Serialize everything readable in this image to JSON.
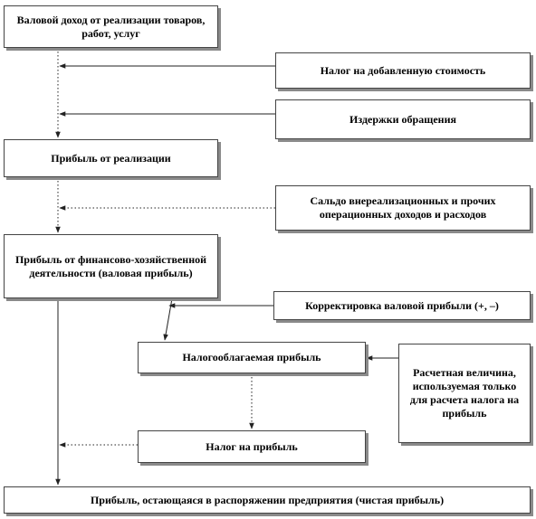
{
  "boxes": {
    "gross_income": "Валовой доход от реализации товаров, работ, услуг",
    "vat": "Налог на добавленную стоимость",
    "distribution_costs": "Издержки обращения",
    "sales_profit": "Прибыль от реализации",
    "non_sales_balance": "Сальдо внереализационных и прочих операционных доходов и расходов",
    "gross_profit": "Прибыль от финансово-хозяйственной деятельности (валовая прибыль)",
    "gross_adjustment": "Корректировка валовой прибыли (+, –)",
    "taxable_profit": "Налогооблагаемая прибыль",
    "calculated_value": "Расчетная величина, используемая только для расчета налога на прибыль",
    "profit_tax": "Налог на прибыль",
    "net_profit": "Прибыль, остающаяся в распоряжении предприятия (чистая прибыль)"
  },
  "colors": {
    "line": "#222222",
    "border": "#444444",
    "shadow": "#8a8a8a"
  }
}
